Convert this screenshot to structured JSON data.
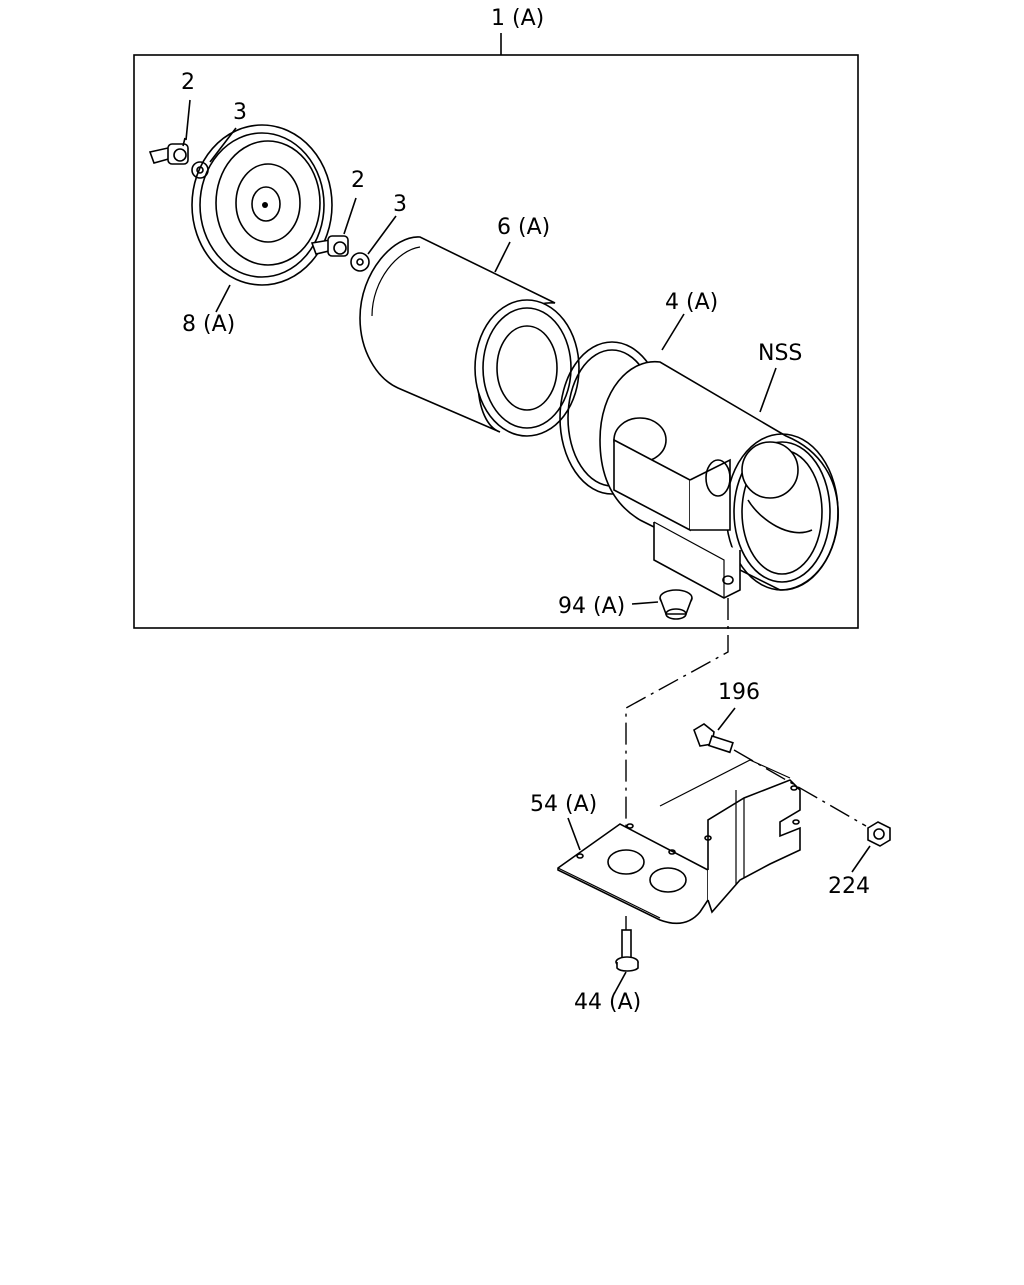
{
  "callouts": {
    "assembly": "1 (A)",
    "wing_bolt_top": "2",
    "washer_top": "3",
    "wing_bolt_mid": "2",
    "washer_mid": "3",
    "cover": "8 (A)",
    "element": "6 (A)",
    "gasket": "4 (A)",
    "body_label": "NSS",
    "valve": "94 (A)",
    "bolt_196": "196",
    "bracket": "54 (A)",
    "nut": "224",
    "bolt_44": "44 (A)"
  }
}
